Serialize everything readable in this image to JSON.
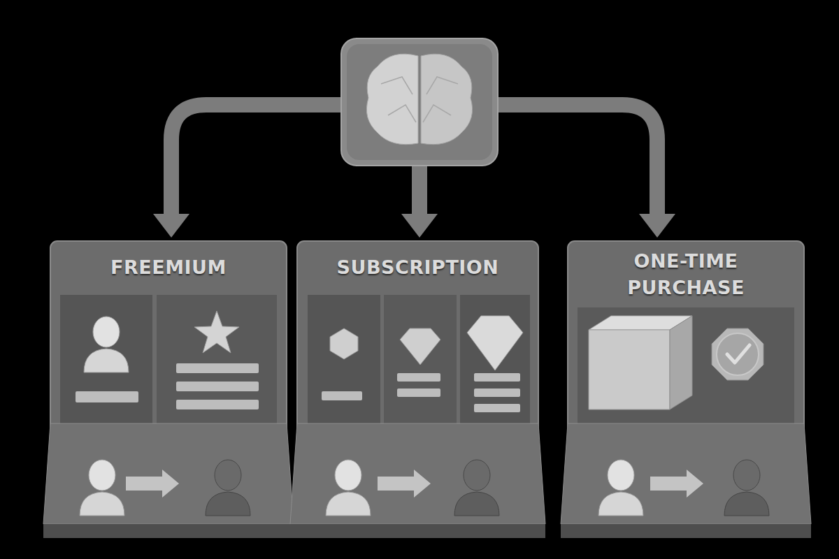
{
  "diagram": {
    "nodes": [
      {
        "text": [
          "FREEMIUM"
        ]
      },
      {
        "text": [
          "SUBSCRIPTION"
        ]
      },
      {
        "text": [
          "ONE-TIME PURCHASE"
        ]
      }
    ]
  }
}
